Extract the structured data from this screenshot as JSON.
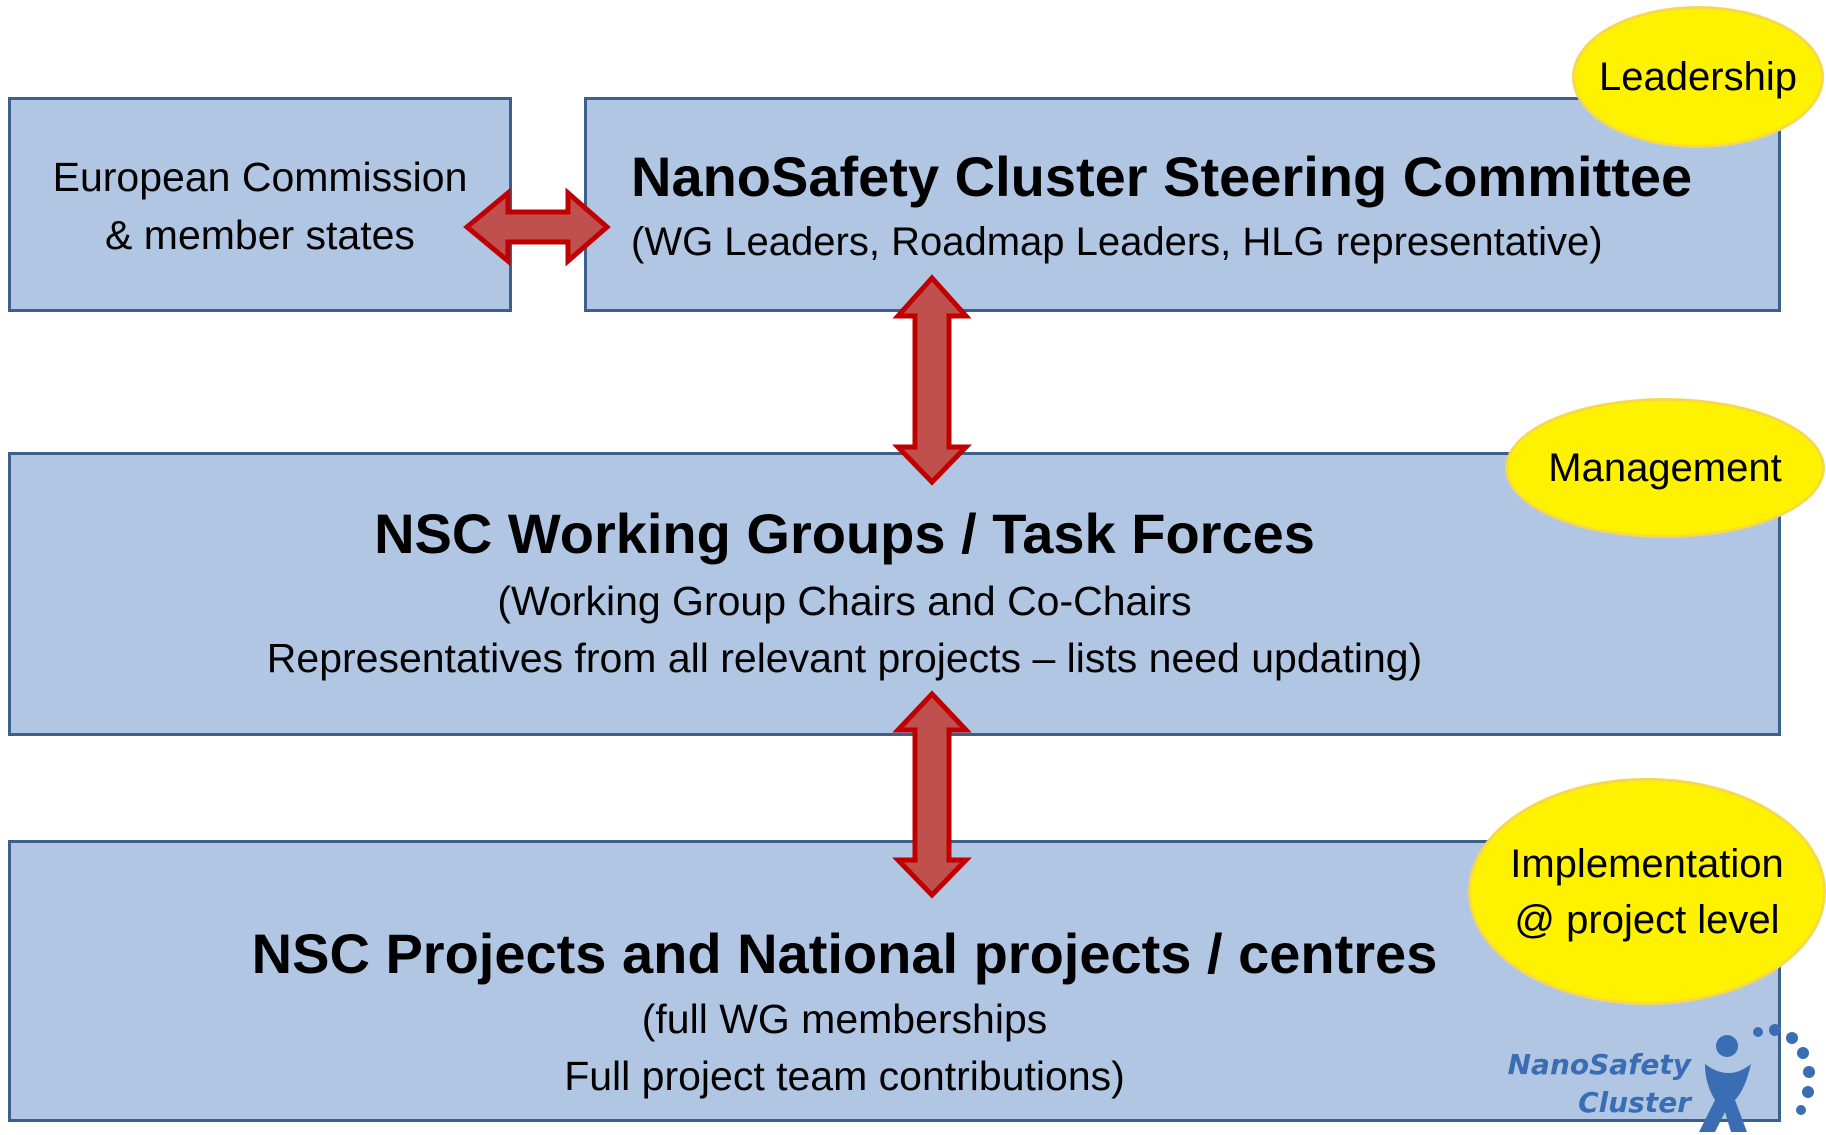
{
  "ec_box": {
    "line1": "European Commission",
    "line2": "& member states"
  },
  "steering": {
    "title": "NanoSafety Cluster Steering Committee",
    "subtitle": "(WG Leaders, Roadmap Leaders, HLG representative)"
  },
  "working_groups": {
    "title": "NSC Working Groups / Task Forces",
    "line1": "(Working Group Chairs and Co-Chairs",
    "line2": "Representatives from all relevant projects – lists need updating)"
  },
  "projects": {
    "title": "NSC Projects and National projects / centres",
    "line1": "(full  WG memberships",
    "line2": "Full project team contributions)"
  },
  "levels": {
    "leadership": "Leadership",
    "management": "Management",
    "implementation_line1": "Implementation",
    "implementation_line2": "@ project level"
  },
  "logo": {
    "line1": "NanoSafety",
    "line2": "Cluster"
  },
  "colors": {
    "box_fill": "#b0c6e3",
    "box_border": "#3d5f8c",
    "arrow_fill": "#c0504d",
    "arrow_stroke": "#c00000",
    "ellipse_fill": "#fef200",
    "logo_blue": "#3a6db3"
  }
}
